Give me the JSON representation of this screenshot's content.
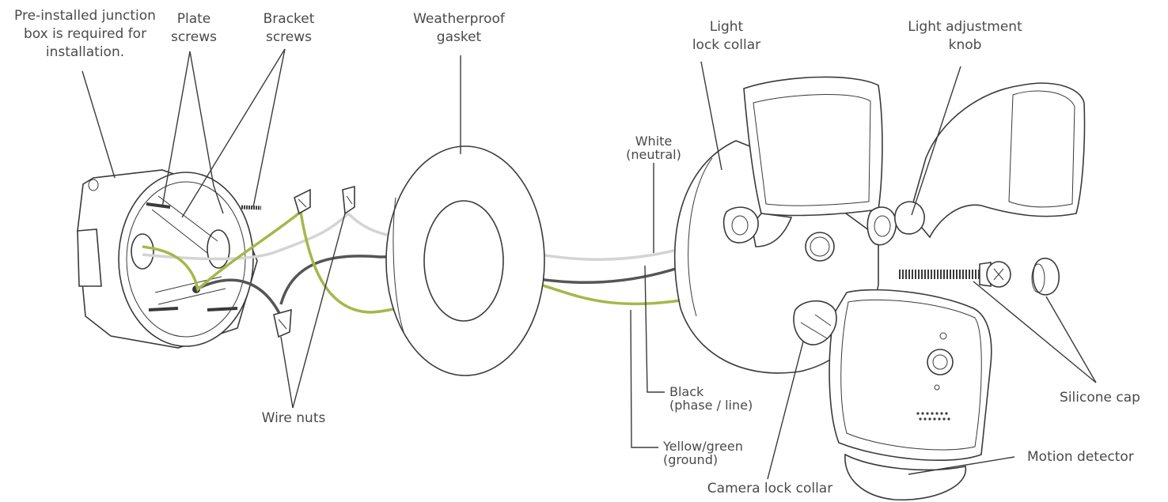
{
  "labels": {
    "junction_box": "Pre-installed junction\nbox is required for\ninstallation.",
    "plate_screws": "Plate\nscrews",
    "bracket_screws": "Bracket\nscrews",
    "gasket": "Weatherproof\ngasket",
    "light_lock_collar": "Light\nlock collar",
    "light_adjustment_knob": "Light adjustment\nknob",
    "white_wire": "White\n(neutral)",
    "black_wire": "Black\n(phase / line)",
    "ground_wire": "Yellow/green\n(ground)",
    "wire_nuts": "Wire nuts",
    "silicone_cap": "Silicone cap",
    "motion_detector": "Motion detector",
    "camera_lock_collar": "Camera lock collar"
  },
  "colors": {
    "outline": "#3a3a3a",
    "label_text": "#4a4a4a",
    "white_wire": "#d4d4d4",
    "black_wire": "#555555",
    "ground_wire": "#a4b84a",
    "body_shading": "#e9e9e9"
  }
}
